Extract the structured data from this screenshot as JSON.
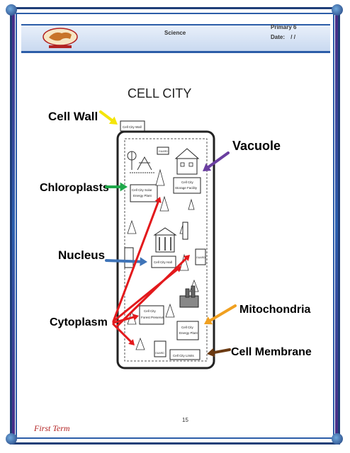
{
  "header": {
    "subject": "Science",
    "grade": "Primary 6",
    "date_label": "Date:",
    "date_value": "/ /"
  },
  "footer": {
    "page_number": "15",
    "term": "First Term"
  },
  "diagram": {
    "title": "CELL CITY",
    "labels": {
      "cell_wall": "Cell Wall",
      "chloroplasts": "Chloroplasts",
      "nucleus": "Nucleus",
      "cytoplasm": "Cytoplasm",
      "vacuole": "Vacuole",
      "mitochondria": "Mitochondria",
      "cell_membrane": "Cell Membrane"
    },
    "buildings": {
      "city_wall": "Cell City Wall",
      "solar_l1": "Cell City Solar",
      "solar_l2": "Energy Plant",
      "storage_l1": "Cell City",
      "storage_l2": "Storage Facility",
      "city_hall": "Cell City Hall",
      "forest_l1": "Cell City",
      "forest_l2": "Forest Preserve",
      "energy_l1": "Cell City",
      "energy_l2": "Energy Plant",
      "limits": "Cell City Limits",
      "guard": "GUARD"
    },
    "arrow_colors": {
      "cell_wall": "#f4e50a",
      "chloroplasts": "#1fa84a",
      "nucleus": "#3f74b8",
      "cytoplasm": "#e3191c",
      "vacuole": "#6a3ea0",
      "mitochondria": "#f0a020",
      "cell_membrane": "#6b3a12"
    }
  }
}
